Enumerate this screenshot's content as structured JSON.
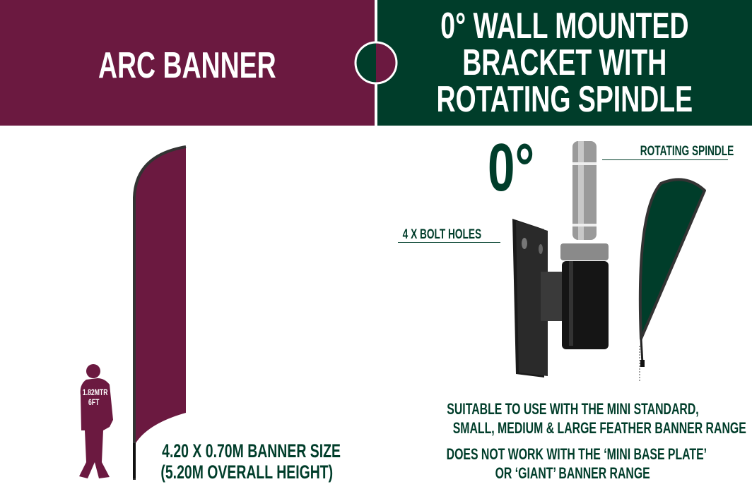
{
  "left_header": {
    "title": "ARC BANNER"
  },
  "right_header": {
    "title_lines": [
      "0° WALL MOUNTED",
      "BRACKET WITH",
      "ROTATING SPINDLE"
    ]
  },
  "left_panel": {
    "person_height": "1.82MTR",
    "person_height_ft": "6FT",
    "size_lines": [
      "4.20 X 0.70M BANNER SIZE",
      "(5.20M OVERALL HEIGHT)"
    ]
  },
  "right_panel": {
    "angle_label": "0°",
    "spindle_label": "ROTATING SPINDLE",
    "bolt_label": "4 X BOLT HOLES",
    "suitable_lines": [
      "SUITABLE TO USE WITH THE MINI STANDARD,",
      "SMALL, MEDIUM & LARGE FEATHER BANNER RANGE"
    ],
    "not_work_lines": [
      "DOES NOT WORK WITH THE ‘MINI BASE PLATE’",
      "OR ‘GIANT’ BANNER RANGE"
    ]
  },
  "colors": {
    "maroon": "#6b1940",
    "green": "#003d2a"
  }
}
